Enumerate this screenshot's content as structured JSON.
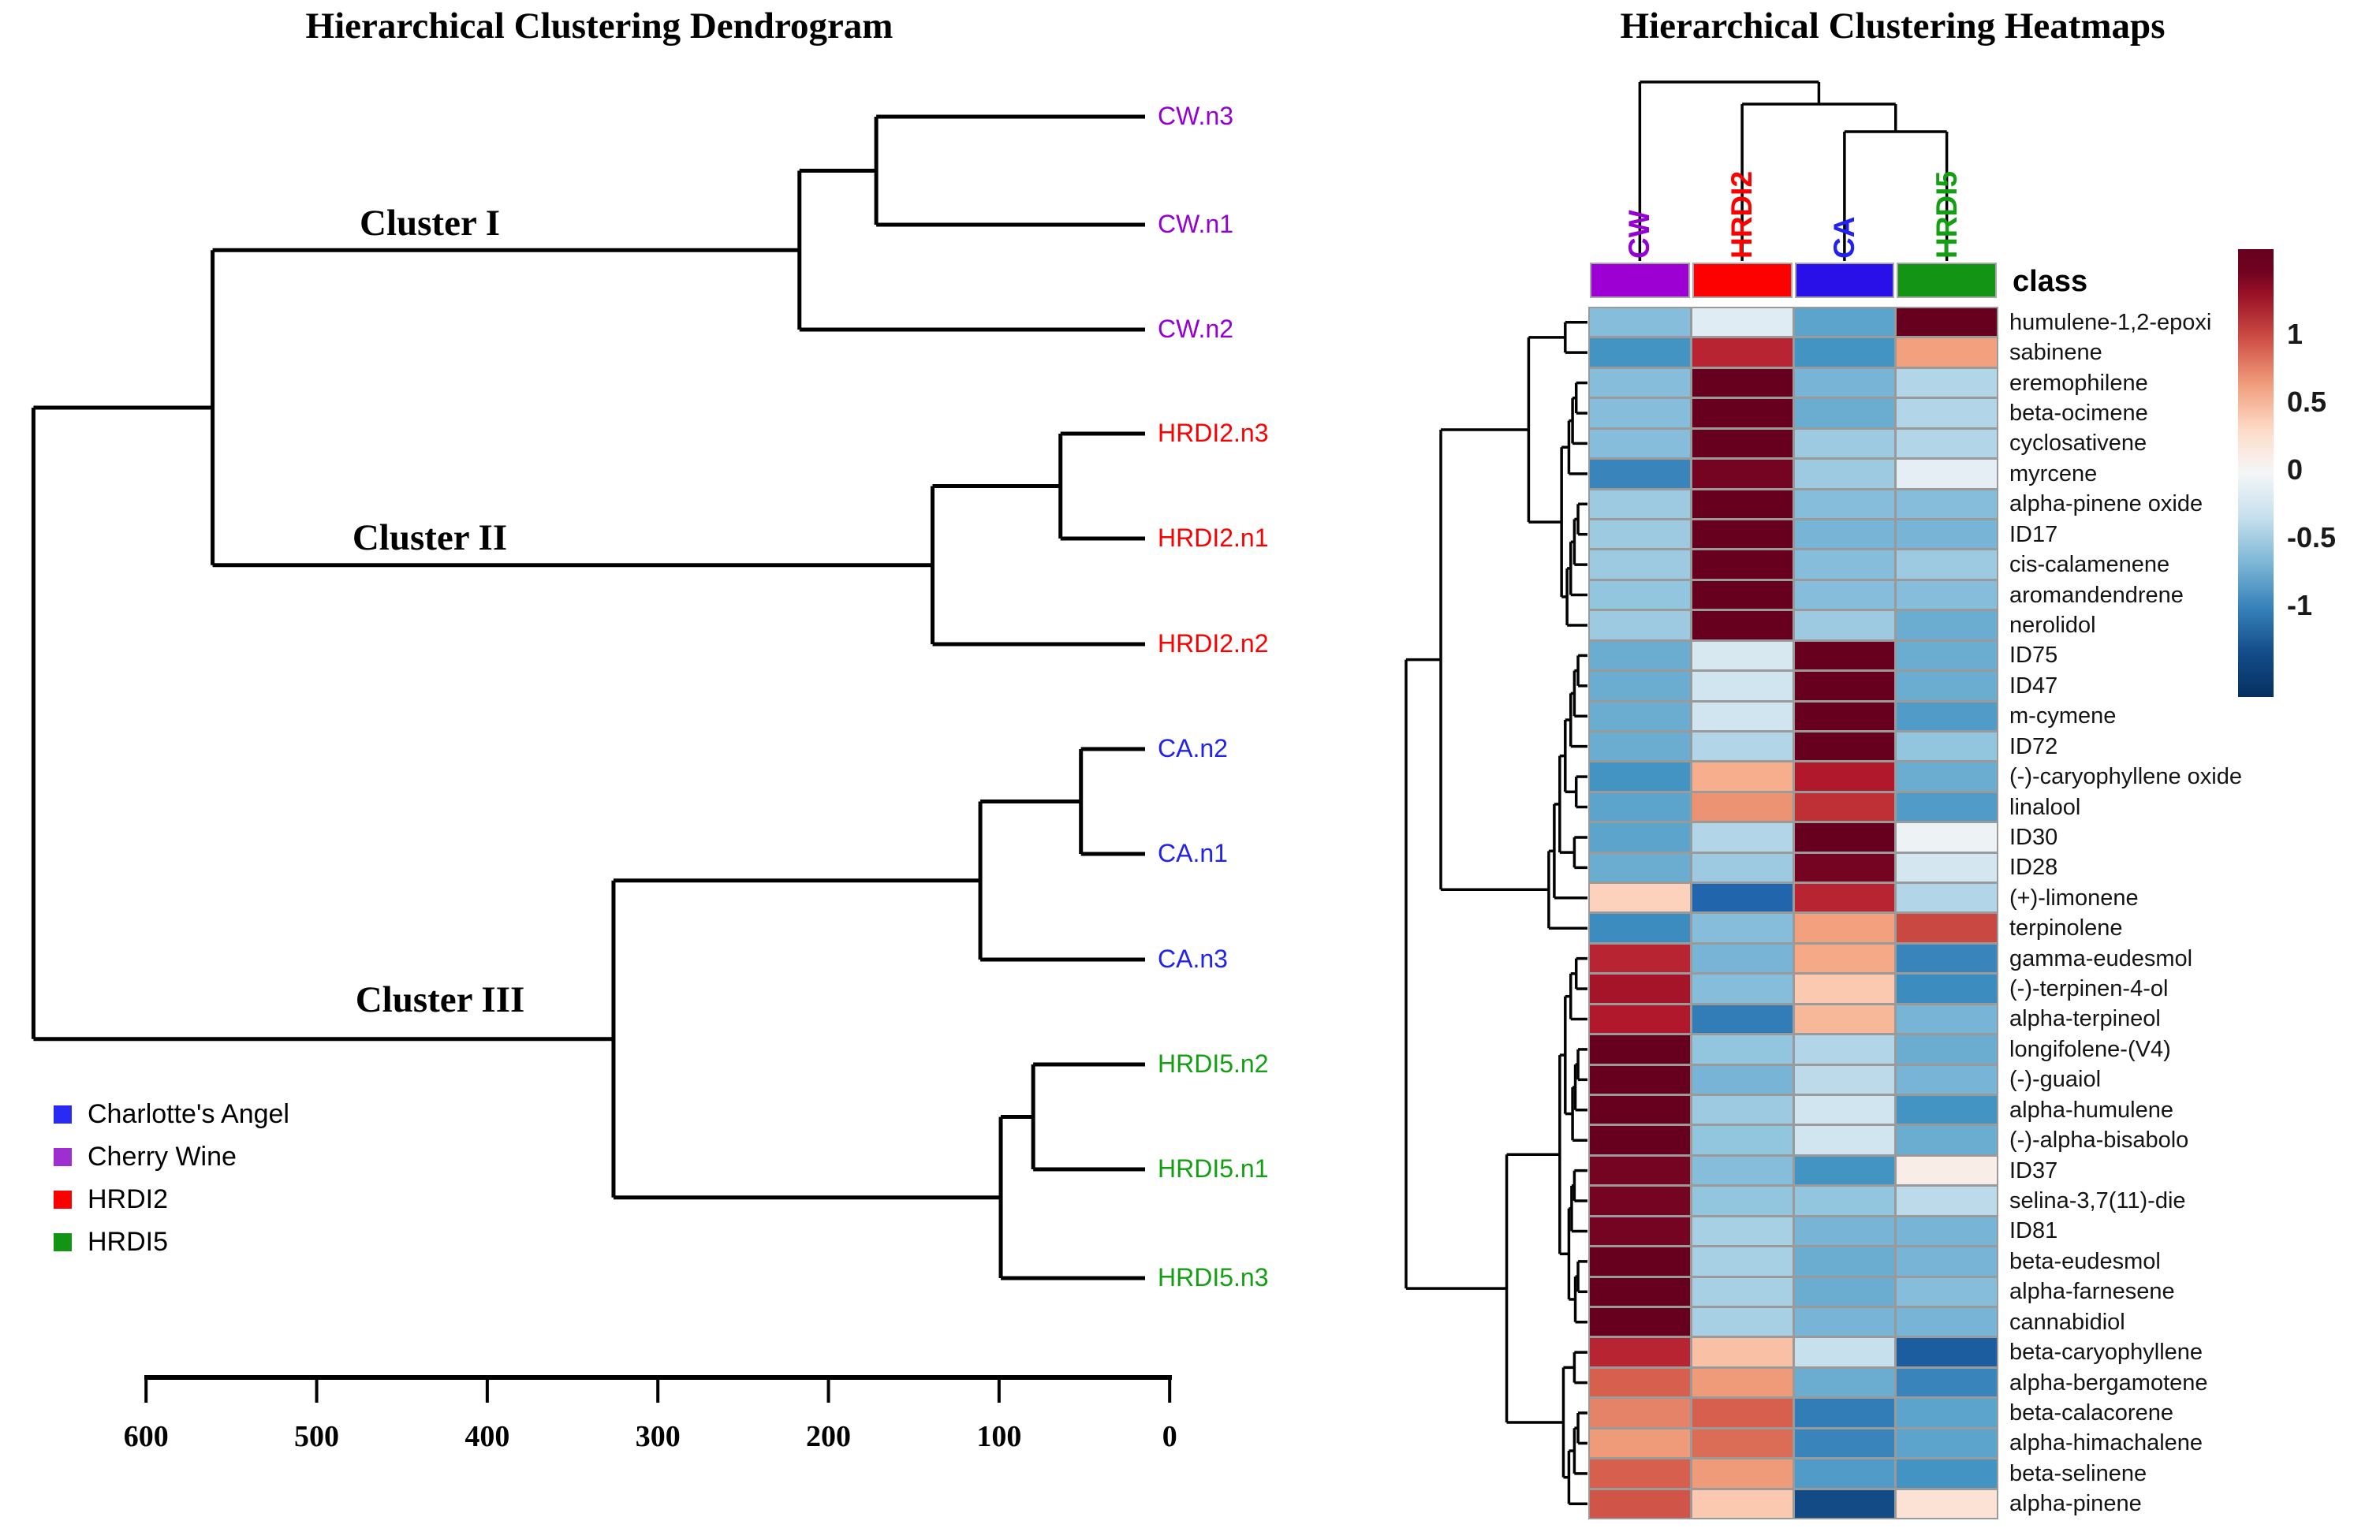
{
  "left_panel": {
    "title": "Hierarchical Clustering Dendrogram",
    "cluster_labels": [
      "Cluster I",
      "Cluster II",
      "Cluster III"
    ],
    "samples": [
      {
        "label": "CW.n3",
        "color": "#9400d3"
      },
      {
        "label": "CW.n1",
        "color": "#9400d3"
      },
      {
        "label": "CW.n2",
        "color": "#9400d3"
      },
      {
        "label": "HRDI2.n3",
        "color": "#fc0000"
      },
      {
        "label": "HRDI2.n1",
        "color": "#fc0000"
      },
      {
        "label": "HRDI2.n2",
        "color": "#fc0000"
      },
      {
        "label": "CA.n2",
        "color": "#2222f0"
      },
      {
        "label": "CA.n1",
        "color": "#2222f0"
      },
      {
        "label": "CA.n3",
        "color": "#2222f0"
      },
      {
        "label": "HRDI5.n2",
        "color": "#12a012"
      },
      {
        "label": "HRDI5.n1",
        "color": "#12a012"
      },
      {
        "label": "HRDI5.n3",
        "color": "#12a012"
      }
    ],
    "legend": [
      {
        "label": "Charlotte's Angel",
        "color": "#2a2af5"
      },
      {
        "label": "Cherry Wine",
        "color": "#9d2fd1"
      },
      {
        "label": "HRDI2",
        "color": "#fc0000"
      },
      {
        "label": "HRDI5",
        "color": "#149414"
      }
    ],
    "axis_ticks": [
      600,
      500,
      400,
      300,
      200,
      100,
      0
    ]
  },
  "right_panel": {
    "title": "Hierarchical Clustering Heatmaps",
    "class_label": "class",
    "columns": [
      {
        "label": "CW",
        "label_color": "#9400d3",
        "class_color": "#9c00d3"
      },
      {
        "label": "HRDI2",
        "label_color": "#fc0000",
        "class_color": "#fd0000"
      },
      {
        "label": "CA",
        "label_color": "#2222f0",
        "class_color": "#2a10e8"
      },
      {
        "label": "HRDI5",
        "label_color": "#12a012",
        "class_color": "#149414"
      }
    ],
    "colorbar_ticks": [
      {
        "label": "1",
        "value": 1
      },
      {
        "label": "0.5",
        "value": 0.5
      },
      {
        "label": "0",
        "value": 0
      },
      {
        "label": "-0.5",
        "value": -0.5
      },
      {
        "label": "-1",
        "value": -1
      }
    ]
  },
  "chart_data": {
    "type": "heatmap",
    "title": "Hierarchical Clustering Heatmaps",
    "columns": [
      "CW",
      "HRDI2",
      "CA",
      "HRDI5"
    ],
    "rows": [
      "humulene-1,2-epoxi",
      "sabinene",
      "eremophilene",
      "beta-ocimene",
      "cyclosativene",
      "myrcene",
      "alpha-pinene oxide",
      "ID17",
      "cis-calamenene",
      "aromandendrene",
      "nerolidol",
      "ID75",
      "ID47",
      "m-cymene",
      "ID72",
      "(-)-caryophyllene oxide",
      "linalool",
      "ID30",
      "ID28",
      "(+)-limonene",
      "terpinolene",
      "gamma-eudesmol",
      "(-)-terpinen-4-ol",
      "alpha-terpineol",
      "longifolene-(V4)",
      "(-)-guaiol",
      "alpha-humulene",
      "(-)-alpha-bisabolo",
      "ID37",
      "selina-3,7(11)-die",
      "ID81",
      "beta-eudesmol",
      "alpha-farnesene",
      "cannabidiol",
      "beta-caryophyllene",
      "alpha-bergamotene",
      "beta-calacorene",
      "alpha-himachalene",
      "beta-selinene",
      "alpha-pinene"
    ],
    "values": [
      [
        -0.65,
        -0.18,
        -0.8,
        1.5
      ],
      [
        -0.9,
        1.15,
        -0.9,
        0.62
      ],
      [
        -0.65,
        1.5,
        -0.7,
        -0.45
      ],
      [
        -0.65,
        1.5,
        -0.75,
        -0.45
      ],
      [
        -0.65,
        1.5,
        -0.55,
        -0.45
      ],
      [
        -1.0,
        1.45,
        -0.55,
        -0.15
      ],
      [
        -0.55,
        1.5,
        -0.65,
        -0.65
      ],
      [
        -0.55,
        1.5,
        -0.7,
        -0.7
      ],
      [
        -0.55,
        1.5,
        -0.65,
        -0.55
      ],
      [
        -0.6,
        1.5,
        -0.65,
        -0.65
      ],
      [
        -0.55,
        1.5,
        -0.55,
        -0.75
      ],
      [
        -0.75,
        -0.25,
        1.5,
        -0.75
      ],
      [
        -0.75,
        -0.3,
        1.5,
        -0.75
      ],
      [
        -0.75,
        -0.3,
        1.5,
        -0.85
      ],
      [
        -0.75,
        -0.45,
        1.5,
        -0.6
      ],
      [
        -0.9,
        0.55,
        1.2,
        -0.75
      ],
      [
        -0.8,
        0.68,
        1.1,
        -0.85
      ],
      [
        -0.8,
        -0.45,
        1.5,
        -0.08
      ],
      [
        -0.75,
        -0.55,
        1.45,
        -0.28
      ],
      [
        0.35,
        -1.2,
        1.15,
        -0.45
      ],
      [
        -0.95,
        -0.65,
        0.62,
        1.0
      ],
      [
        1.15,
        -0.7,
        0.58,
        -1.0
      ],
      [
        1.25,
        -0.65,
        0.4,
        -0.95
      ],
      [
        1.2,
        -1.05,
        0.5,
        -0.7
      ],
      [
        1.5,
        -0.6,
        -0.45,
        -0.75
      ],
      [
        1.5,
        -0.7,
        -0.4,
        -0.7
      ],
      [
        1.5,
        -0.55,
        -0.3,
        -0.9
      ],
      [
        1.5,
        -0.6,
        -0.3,
        -0.75
      ],
      [
        1.45,
        -0.65,
        -0.9,
        0.1
      ],
      [
        1.45,
        -0.6,
        -0.6,
        -0.4
      ],
      [
        1.45,
        -0.5,
        -0.7,
        -0.7
      ],
      [
        1.5,
        -0.5,
        -0.75,
        -0.7
      ],
      [
        1.5,
        -0.5,
        -0.75,
        -0.65
      ],
      [
        1.5,
        -0.5,
        -0.7,
        -0.7
      ],
      [
        1.15,
        0.45,
        -0.35,
        -1.25
      ],
      [
        0.9,
        0.65,
        -0.75,
        -1.0
      ],
      [
        0.75,
        0.9,
        -1.05,
        -0.8
      ],
      [
        0.65,
        0.85,
        -1.0,
        -0.8
      ],
      [
        0.9,
        0.65,
        -0.85,
        -0.9
      ],
      [
        0.95,
        0.4,
        -1.35,
        0.22
      ]
    ],
    "value_scale": {
      "min": -1.5,
      "max": 1.5,
      "palette": "RdBu",
      "legend_ticks": [
        1,
        0.5,
        0,
        -0.5,
        -1
      ]
    },
    "sample_axis": {
      "ticks": [
        600,
        500,
        400,
        300,
        200,
        100,
        0
      ]
    },
    "sample_dendrogram": {
      "d": 666,
      "c": [
        {
          "d": 561,
          "c": [
            {
              "d": 217,
              "c": [
                {
                  "d": 172,
                  "c": [
                    {
                      "l": 0
                    },
                    {
                      "l": 1
                    }
                  ]
                },
                {
                  "l": 2
                }
              ]
            },
            {
              "d": 139,
              "c": [
                {
                  "d": 64,
                  "c": [
                    {
                      "l": 3
                    },
                    {
                      "l": 4
                    }
                  ]
                },
                {
                  "l": 5
                }
              ]
            }
          ]
        },
        {
          "d": 326,
          "c": [
            {
              "d": 111,
              "c": [
                {
                  "d": 52,
                  "c": [
                    {
                      "l": 6
                    },
                    {
                      "l": 7
                    }
                  ]
                },
                {
                  "l": 8
                }
              ]
            },
            {
              "d": 99,
              "c": [
                {
                  "d": 80,
                  "c": [
                    {
                      "l": 9
                    },
                    {
                      "l": 10
                    }
                  ]
                },
                {
                  "l": 11
                }
              ]
            }
          ]
        }
      ]
    },
    "column_dendrogram": {
      "d": 104,
      "c": [
        {
          "l": 0
        },
        {
          "d": 132,
          "c": [
            {
              "l": 1
            },
            {
              "d": 167,
              "c": [
                {
                  "l": 2
                },
                {
                  "l": 3
                }
              ]
            }
          ]
        }
      ]
    },
    "row_dendrogram": {
      "d": 0.97,
      "c": [
        {
          "d": 0.78,
          "c": [
            {
              "d": 0.3,
              "c": [
                {
                  "d": 0.1,
                  "c": [
                    {
                      "l": 0
                    },
                    {
                      "l": 1
                    }
                  ]
                },
                {
                  "d": 0.12,
                  "c": [
                    {
                      "d": 0.08,
                      "c": [
                        {
                          "d": 0.06,
                          "c": [
                            {
                              "d": 0.04,
                              "c": [
                                {
                                  "l": 2
                                },
                                {
                                  "l": 3
                                }
                              ]
                            },
                            {
                              "l": 4
                            }
                          ]
                        },
                        {
                          "l": 5
                        }
                      ]
                    },
                    {
                      "d": 0.09,
                      "c": [
                        {
                          "d": 0.07,
                          "c": [
                            {
                              "d": 0.05,
                              "c": [
                                {
                                  "d": 0.03,
                                  "c": [
                                    {
                                      "l": 6
                                    },
                                    {
                                      "l": 7
                                    }
                                  ]
                                },
                                {
                                  "l": 8
                                }
                              ]
                            },
                            {
                              "l": 9
                            }
                          ]
                        },
                        {
                          "l": 10
                        }
                      ]
                    }
                  ]
                }
              ]
            },
            {
              "d": 0.19,
              "c": [
                {
                  "d": 0.16,
                  "c": [
                    {
                      "d": 0.13,
                      "c": [
                        {
                          "d": 0.1,
                          "c": [
                            {
                              "d": 0.07,
                              "c": [
                                {
                                  "d": 0.05,
                                  "c": [
                                    {
                                      "d": 0.03,
                                      "c": [
                                        {
                                          "l": 11
                                        },
                                        {
                                          "l": 12
                                        }
                                      ]
                                    },
                                    {
                                      "l": 13
                                    }
                                  ]
                                },
                                {
                                  "l": 14
                                }
                              ]
                            },
                            {
                              "d": 0.04,
                              "c": [
                                {
                                  "l": 15
                                },
                                {
                                  "l": 16
                                }
                              ]
                            }
                          ]
                        },
                        {
                          "d": 0.05,
                          "c": [
                            {
                              "l": 17
                            },
                            {
                              "l": 18
                            }
                          ]
                        }
                      ]
                    },
                    {
                      "l": 19
                    }
                  ]
                },
                {
                  "l": 20
                }
              ]
            }
          ]
        },
        {
          "d": 0.42,
          "c": [
            {
              "d": 0.13,
              "c": [
                {
                  "d": 0.1,
                  "c": [
                    {
                      "d": 0.07,
                      "c": [
                        {
                          "d": 0.04,
                          "c": [
                            {
                              "l": 21
                            },
                            {
                              "l": 22
                            }
                          ]
                        },
                        {
                          "l": 23
                        }
                      ]
                    },
                    {
                      "d": 0.06,
                      "c": [
                        {
                          "d": 0.045,
                          "c": [
                            {
                              "d": 0.03,
                              "c": [
                                {
                                  "l": 24
                                },
                                {
                                  "l": 25
                                }
                              ]
                            },
                            {
                              "l": 26
                            }
                          ]
                        },
                        {
                          "l": 27
                        }
                      ]
                    }
                  ]
                },
                {
                  "d": 0.08,
                  "c": [
                    {
                      "d": 0.065,
                      "c": [
                        {
                          "d": 0.05,
                          "c": [
                            {
                              "l": 28
                            },
                            {
                              "l": 29
                            }
                          ]
                        },
                        {
                          "l": 30
                        }
                      ]
                    },
                    {
                      "d": 0.045,
                      "c": [
                        {
                          "d": 0.03,
                          "c": [
                            {
                              "l": 31
                            },
                            {
                              "l": 32
                            }
                          ]
                        },
                        {
                          "l": 33
                        }
                      ]
                    }
                  ]
                }
              ]
            },
            {
              "d": 0.11,
              "c": [
                {
                  "d": 0.05,
                  "c": [
                    {
                      "l": 34
                    },
                    {
                      "l": 35
                    }
                  ]
                },
                {
                  "d": 0.08,
                  "c": [
                    {
                      "d": 0.05,
                      "c": [
                        {
                          "d": 0.03,
                          "c": [
                            {
                              "l": 36
                            },
                            {
                              "l": 37
                            }
                          ]
                        },
                        {
                          "l": 38
                        }
                      ]
                    },
                    {
                      "l": 39
                    }
                  ]
                }
              ]
            }
          ]
        }
      ]
    }
  }
}
